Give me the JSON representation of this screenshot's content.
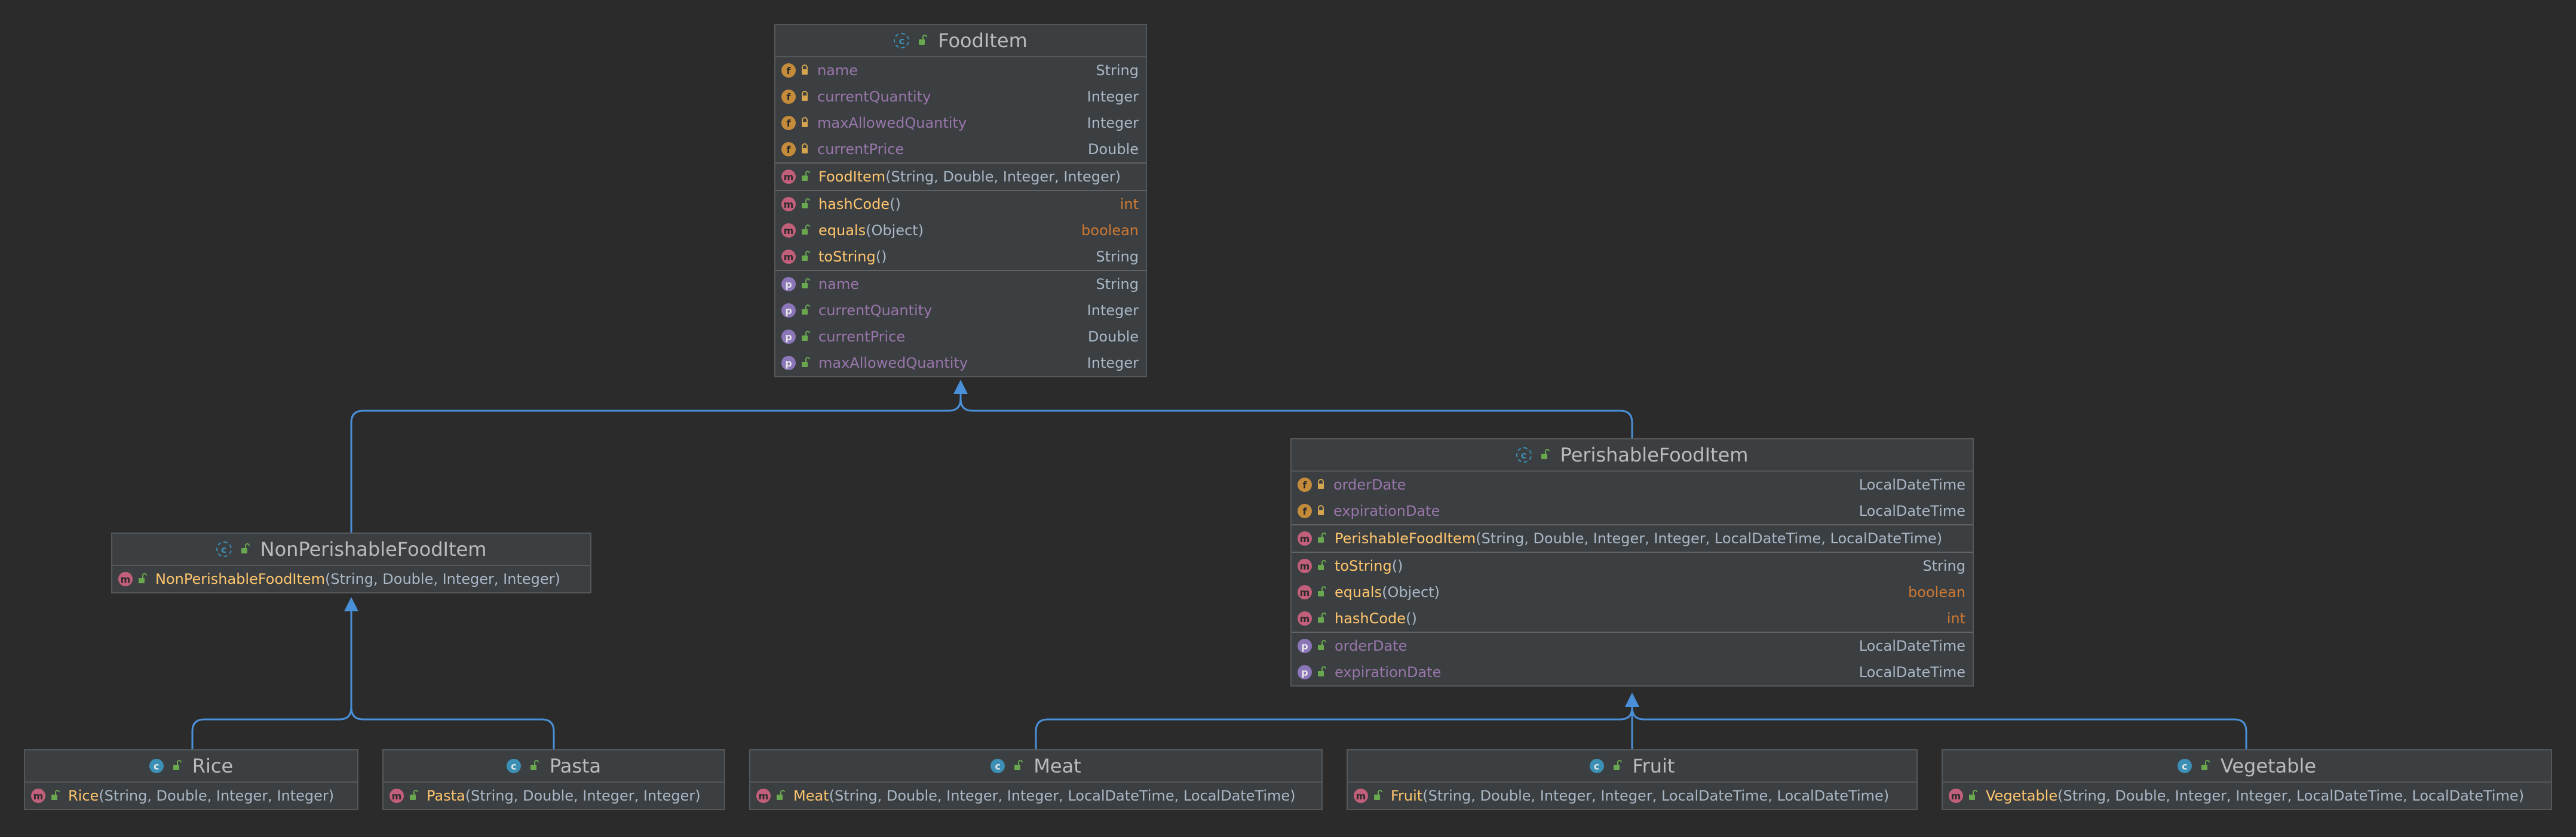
{
  "diagram": {
    "classes": [
      {
        "id": "fooditem",
        "name": "FoodItem",
        "kind": "abstract",
        "sections": [
          [
            {
              "kind": "field",
              "name": "name",
              "args": "",
              "type": "String",
              "vis": "private"
            },
            {
              "kind": "field",
              "name": "currentQuantity",
              "args": "",
              "type": "Integer",
              "vis": "private"
            },
            {
              "kind": "field",
              "name": "maxAllowedQuantity",
              "args": "",
              "type": "Integer",
              "vis": "private"
            },
            {
              "kind": "field",
              "name": "currentPrice",
              "args": "",
              "type": "Double",
              "vis": "private"
            }
          ],
          [
            {
              "kind": "method",
              "name": "FoodItem",
              "args": "(String, Double, Integer, Integer)",
              "type": "",
              "vis": "public"
            }
          ],
          [
            {
              "kind": "method",
              "name": "hashCode",
              "args": "()",
              "type": "int",
              "vis": "public"
            },
            {
              "kind": "method",
              "name": "equals",
              "args": "(Object)",
              "type": "boolean",
              "vis": "public"
            },
            {
              "kind": "method",
              "name": "toString",
              "args": "()",
              "type": "String",
              "vis": "public"
            }
          ],
          [
            {
              "kind": "property",
              "name": "name",
              "args": "",
              "type": "String",
              "vis": "public"
            },
            {
              "kind": "property",
              "name": "currentQuantity",
              "args": "",
              "type": "Integer",
              "vis": "public"
            },
            {
              "kind": "property",
              "name": "currentPrice",
              "args": "",
              "type": "Double",
              "vis": "public"
            },
            {
              "kind": "property",
              "name": "maxAllowedQuantity",
              "args": "",
              "type": "Integer",
              "vis": "public"
            }
          ]
        ]
      },
      {
        "id": "perishable",
        "name": "PerishableFoodItem",
        "kind": "abstract",
        "sections": [
          [
            {
              "kind": "field",
              "name": "orderDate",
              "args": "",
              "type": "LocalDateTime",
              "vis": "private"
            },
            {
              "kind": "field",
              "name": "expirationDate",
              "args": "",
              "type": "LocalDateTime",
              "vis": "private"
            }
          ],
          [
            {
              "kind": "method",
              "name": "PerishableFoodItem",
              "args": "(String, Double, Integer, Integer, LocalDateTime, LocalDateTime)",
              "type": "",
              "vis": "public"
            }
          ],
          [
            {
              "kind": "method",
              "name": "toString",
              "args": "()",
              "type": "String",
              "vis": "public"
            },
            {
              "kind": "method",
              "name": "equals",
              "args": "(Object)",
              "type": "boolean",
              "vis": "public"
            },
            {
              "kind": "method",
              "name": "hashCode",
              "args": "()",
              "type": "int",
              "vis": "public"
            }
          ],
          [
            {
              "kind": "property",
              "name": "orderDate",
              "args": "",
              "type": "LocalDateTime",
              "vis": "public"
            },
            {
              "kind": "property",
              "name": "expirationDate",
              "args": "",
              "type": "LocalDateTime",
              "vis": "public"
            }
          ]
        ]
      },
      {
        "id": "nonperishable",
        "name": "NonPerishableFoodItem",
        "kind": "abstract",
        "sections": [
          [
            {
              "kind": "method",
              "name": "NonPerishableFoodItem",
              "args": "(String, Double, Integer, Integer)",
              "type": "",
              "vis": "public"
            }
          ]
        ]
      },
      {
        "id": "rice",
        "name": "Rice",
        "kind": "class",
        "sections": [
          [
            {
              "kind": "method",
              "name": "Rice",
              "args": "(String, Double, Integer, Integer)",
              "type": "",
              "vis": "public"
            }
          ]
        ]
      },
      {
        "id": "pasta",
        "name": "Pasta",
        "kind": "class",
        "sections": [
          [
            {
              "kind": "method",
              "name": "Pasta",
              "args": "(String, Double, Integer, Integer)",
              "type": "",
              "vis": "public"
            }
          ]
        ]
      },
      {
        "id": "meat",
        "name": "Meat",
        "kind": "class",
        "sections": [
          [
            {
              "kind": "method",
              "name": "Meat",
              "args": "(String, Double, Integer, Integer, LocalDateTime, LocalDateTime)",
              "type": "",
              "vis": "public"
            }
          ]
        ]
      },
      {
        "id": "fruit",
        "name": "Fruit",
        "kind": "class",
        "sections": [
          [
            {
              "kind": "method",
              "name": "Fruit",
              "args": "(String, Double, Integer, Integer, LocalDateTime, LocalDateTime)",
              "type": "",
              "vis": "public"
            }
          ]
        ]
      },
      {
        "id": "vegetable",
        "name": "Vegetable",
        "kind": "class",
        "sections": [
          [
            {
              "kind": "method",
              "name": "Vegetable",
              "args": "(String, Double, Integer, Integer, LocalDateTime, LocalDateTime)",
              "type": "",
              "vis": "public"
            }
          ]
        ]
      }
    ],
    "inheritance": [
      {
        "child": "nonperishable",
        "parent": "fooditem"
      },
      {
        "child": "perishable",
        "parent": "fooditem"
      },
      {
        "child": "rice",
        "parent": "nonperishable"
      },
      {
        "child": "pasta",
        "parent": "nonperishable"
      },
      {
        "child": "meat",
        "parent": "perishable"
      },
      {
        "child": "fruit",
        "parent": "perishable"
      },
      {
        "child": "vegetable",
        "parent": "perishable"
      }
    ],
    "colors": {
      "background": "#2b2b2b",
      "node": "#3c3f41",
      "border": "#55585b",
      "edge": "#4a90d9",
      "field": "#9876aa",
      "method": "#ffc66d",
      "primitive": "#cc7832"
    }
  }
}
